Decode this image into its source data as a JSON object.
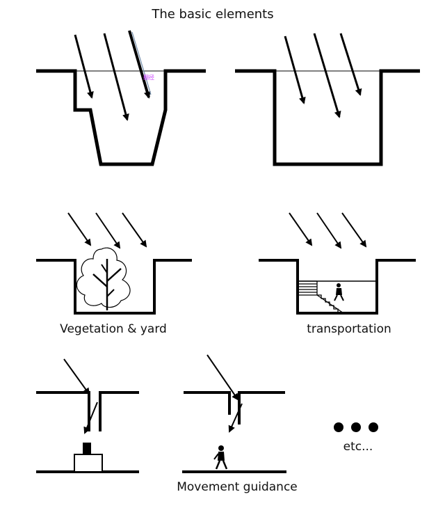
{
  "title": "The basic elements",
  "captions": {
    "vegetation": "Vegetation & yard",
    "transportation": "transportation",
    "movement": "Movement guidance",
    "etc": "etc..."
  },
  "watermark_text": "翻径",
  "colors": {
    "ink": "#000000",
    "background": "#ffffff",
    "watermark": "#cc44ff"
  },
  "icons": [
    "sun-ray-arrow-icon",
    "tree-icon",
    "stair-icon",
    "walking-person-icon",
    "ellipsis-dots-icon"
  ]
}
